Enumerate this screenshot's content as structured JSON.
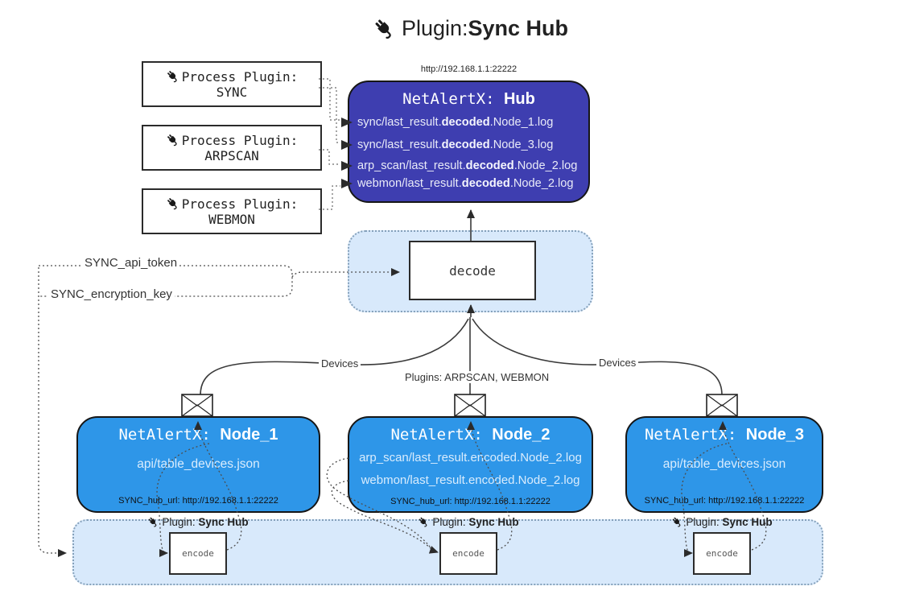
{
  "title": {
    "prefix": "Plugin: ",
    "bold": "Sync Hub"
  },
  "hub": {
    "url_label": "http://192.168.1.1:22222",
    "title_mono": "NetAlertX: ",
    "title_bold": "Hub",
    "items": [
      {
        "pre": "sync/last_result.",
        "bold": "decoded",
        "post": ".Node_1.log"
      },
      {
        "pre": "sync/last_result.",
        "bold": "decoded",
        "post": ".Node_3.log"
      },
      {
        "pre": "arp_scan/last_result.",
        "bold": "decoded",
        "post": ".Node_2.log"
      },
      {
        "pre": "webmon/last_result.",
        "bold": "decoded",
        "post": ".Node_2.log"
      }
    ]
  },
  "process_plugins": [
    {
      "line1": "Process Plugin:",
      "name": "SYNC"
    },
    {
      "line1": "Process Plugin:",
      "name": "ARPSCAN"
    },
    {
      "line1": "Process Plugin:",
      "name": "WEBMON"
    }
  ],
  "decode": {
    "label": "decode"
  },
  "keys": {
    "api_token": "SYNC_api_token",
    "encryption_key": "SYNC_encryption_key"
  },
  "edges": {
    "devices_left": "Devices",
    "devices_right": "Devices",
    "plugins_mid": "Plugins: ARPSCAN, WEBMON"
  },
  "nodes": [
    {
      "title_mono": "NetAlertX: ",
      "title_bold": "Node_1",
      "lines": [
        "api/table_devices.json"
      ],
      "hub_url": "SYNC_hub_url: http://192.168.1.1:22222"
    },
    {
      "title_mono": "NetAlertX: ",
      "title_bold": "Node_2",
      "lines": [
        "arp_scan/last_result.encoded.Node_2.log",
        "webmon/last_result.encoded.Node_2.log"
      ],
      "hub_url": "SYNC_hub_url: http://192.168.1.1:22222"
    },
    {
      "title_mono": "NetAlertX: ",
      "title_bold": "Node_3",
      "lines": [
        "api/table_devices.json"
      ],
      "hub_url": "SYNC_hub_url: http://192.168.1.1:22222"
    }
  ],
  "encode_sections": [
    {
      "label_prefix": "Plugin: ",
      "label_bold": "Sync Hub",
      "box_label": "encode"
    },
    {
      "label_prefix": "Plugin: ",
      "label_bold": "Sync Hub",
      "box_label": "encode"
    },
    {
      "label_prefix": "Plugin: ",
      "label_bold": "Sync Hub",
      "box_label": "encode"
    }
  ],
  "colors": {
    "hub_bg": "#3e3eb0",
    "node_bg": "#2e96e8",
    "band_bg": "#d8e9fb",
    "line": "#3a3a3a"
  }
}
